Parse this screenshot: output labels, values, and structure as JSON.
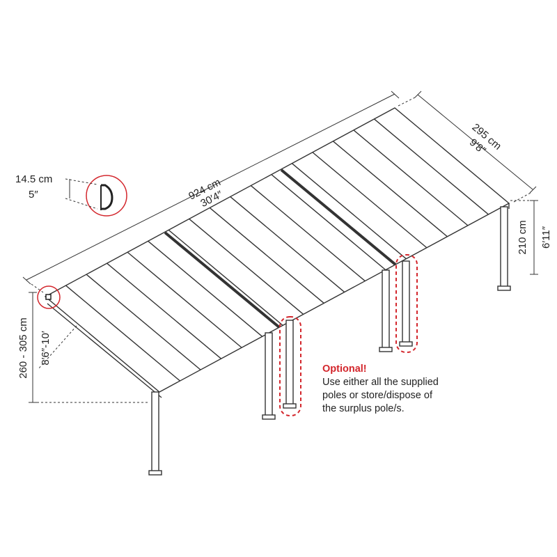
{
  "dimensions": {
    "length_cm": "924 cm",
    "length_ft": "30′4″",
    "depth_cm": "295 cm",
    "depth_ft": "9′8″",
    "rear_height_cm": "210 cm",
    "rear_height_ft": "6′11″",
    "front_height_cm": "260 - 305 cm",
    "front_height_ft": "8′6″-10′",
    "gutter_cm": "14.5 cm",
    "gutter_in": "5″"
  },
  "note": {
    "title": "Optional!",
    "lines": [
      "Use either all the supplied",
      "poles or store/dispose of",
      "the surplus pole/s."
    ]
  },
  "colors": {
    "line": "#333333",
    "accent": "#d3262c"
  }
}
